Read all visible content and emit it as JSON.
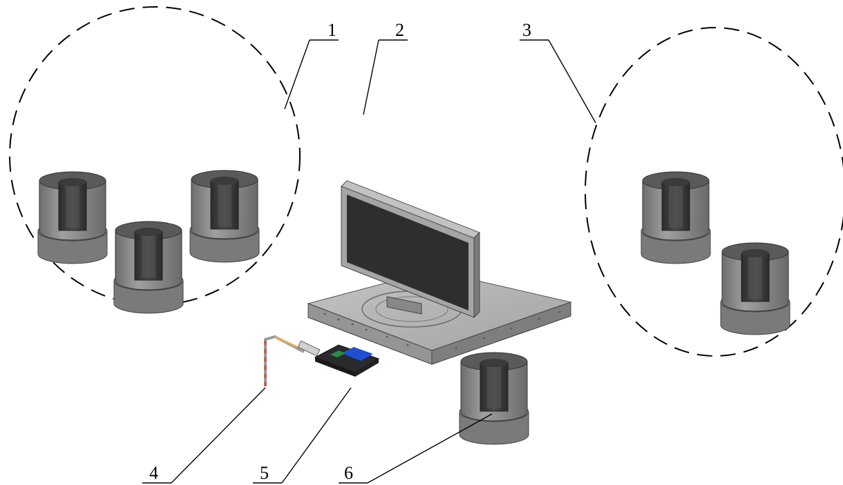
{
  "callouts": {
    "c1": "1",
    "c2": "2",
    "c3": "3",
    "c4": "4",
    "c5": "5",
    "c6": "6"
  },
  "colors": {
    "cup_outer": "#8c8c8c",
    "cup_inner": "#3a3a3a",
    "cup_base": "#7d7d7d",
    "monitor_frame": "#9a9a9a",
    "screen": "#2e2e2e",
    "platform_top": "#b3b3b3",
    "platform_side": "#8a8a8a",
    "device_screen": "#1f4fd1"
  }
}
